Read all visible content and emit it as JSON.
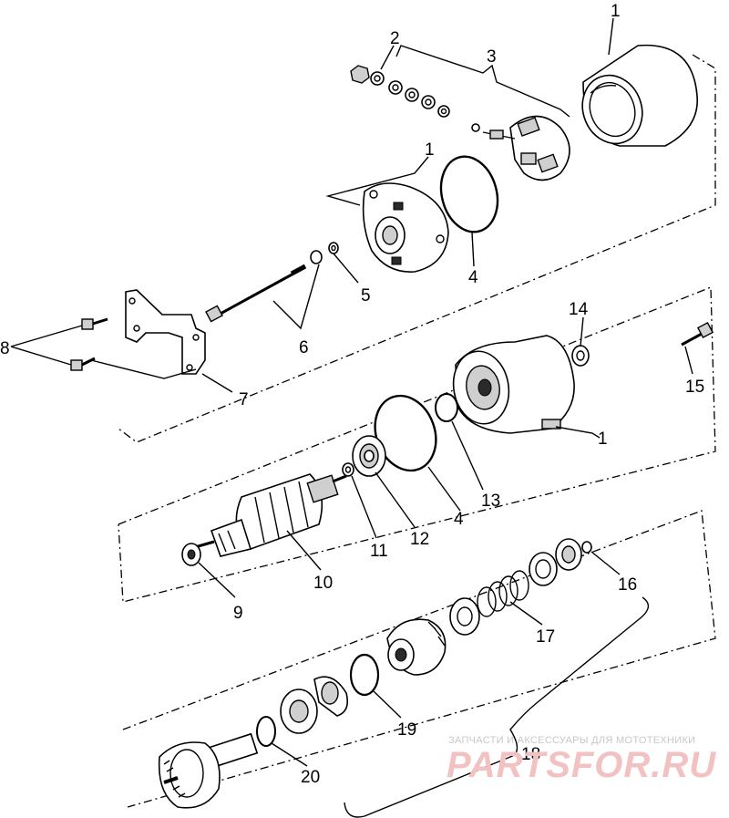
{
  "diagram": {
    "callouts": [
      {
        "id": "c1a",
        "text": "1"
      },
      {
        "id": "c2",
        "text": "2"
      },
      {
        "id": "c3",
        "text": "3"
      },
      {
        "id": "c1b",
        "text": "1"
      },
      {
        "id": "c4a",
        "text": "4"
      },
      {
        "id": "c5",
        "text": "5"
      },
      {
        "id": "c6",
        "text": "6"
      },
      {
        "id": "c8",
        "text": "8"
      },
      {
        "id": "c7",
        "text": "7"
      },
      {
        "id": "c14",
        "text": "14"
      },
      {
        "id": "c15",
        "text": "15"
      },
      {
        "id": "c1c",
        "text": "1"
      },
      {
        "id": "c13",
        "text": "13"
      },
      {
        "id": "c4b",
        "text": "4"
      },
      {
        "id": "c12",
        "text": "12"
      },
      {
        "id": "c11",
        "text": "11"
      },
      {
        "id": "c10",
        "text": "10"
      },
      {
        "id": "c9",
        "text": "9"
      },
      {
        "id": "c16",
        "text": "16"
      },
      {
        "id": "c17",
        "text": "17"
      },
      {
        "id": "c19",
        "text": "19"
      },
      {
        "id": "c18",
        "text": "18"
      },
      {
        "id": "c20",
        "text": "20"
      }
    ]
  },
  "watermark": {
    "tagline": "ЗАПЧАСТИ И АКСЕССУАРЫ ДЛЯ МОТОТЕХНИКИ",
    "brand": "PARTSFOR.RU",
    "color": "#e05a5a"
  }
}
